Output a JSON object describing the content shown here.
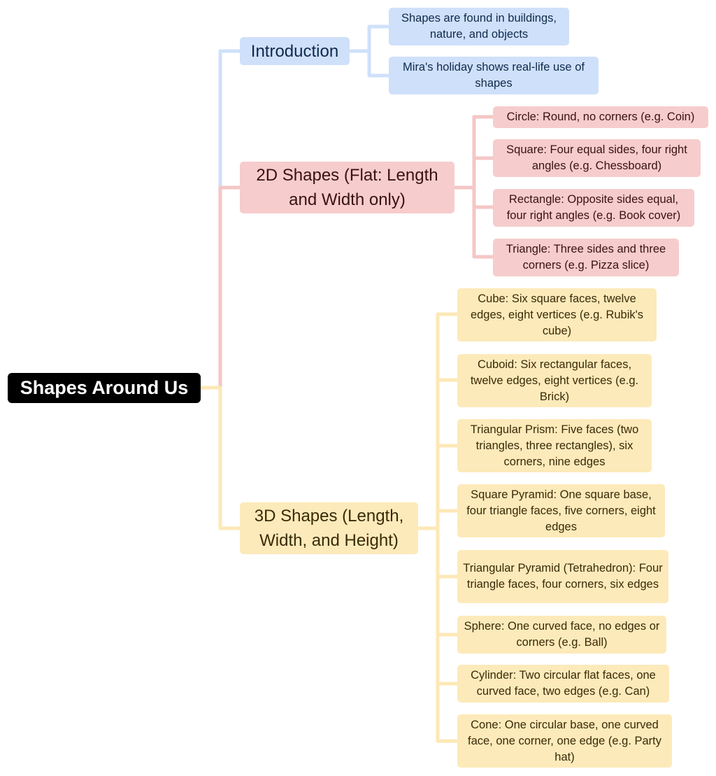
{
  "root": {
    "label": "Shapes Around Us"
  },
  "colors": {
    "root_bg": "#000000",
    "root_text": "#ffffff",
    "blue_fill": "#cfe0fa",
    "blue_line": "#cfe0fa",
    "red_fill": "#f7cccc",
    "red_line": "#f5c6c6",
    "yellow_fill": "#fdeaba",
    "yellow_line": "#fde8b6"
  },
  "branches": [
    {
      "label": "Introduction",
      "children": [
        "Shapes are found in buildings, nature, and objects",
        "Mira's holiday shows real-life use of shapes"
      ]
    },
    {
      "label": "2D Shapes (Flat: Length and Width only)",
      "children": [
        "Circle: Round, no corners (e.g. Coin)",
        "Square: Four equal sides, four right angles (e.g. Chessboard)",
        "Rectangle: Opposite sides equal, four right angles (e.g. Book cover)",
        "Triangle: Three sides and three corners (e.g. Pizza slice)"
      ]
    },
    {
      "label": "3D Shapes (Length, Width, and Height)",
      "children": [
        "Cube: Six square faces, twelve edges, eight vertices (e.g. Rubik's cube)",
        "Cuboid: Six rectangular faces, twelve edges, eight vertices (e.g. Brick)",
        "Triangular Prism: Five faces (two triangles, three rectangles), six corners, nine edges",
        "Square Pyramid: One square base, four triangle faces, five corners, eight edges",
        "Triangular Pyramid (Tetrahedron): Four triangle faces, four corners, six edges",
        "Sphere: One curved face, no edges or corners (e.g. Ball)",
        "Cylinder: Two circular flat faces, one curved face, two edges (e.g. Can)",
        "Cone: One circular base, one curved face, one corner, one edge (e.g. Party hat)"
      ]
    }
  ]
}
